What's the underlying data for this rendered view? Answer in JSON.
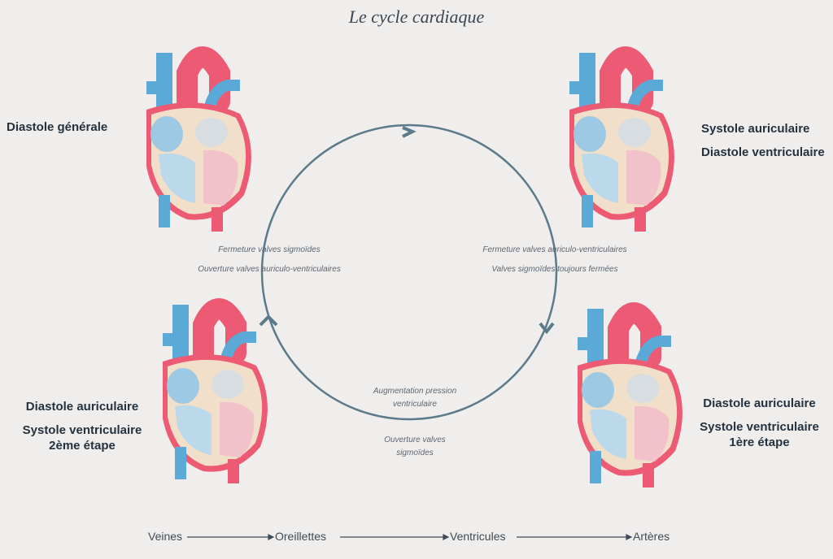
{
  "title": "Le cycle cardiaque",
  "phases": {
    "top_left": [
      "Diastole générale"
    ],
    "top_right": [
      "Systole auriculaire",
      "Diastole ventriculaire"
    ],
    "bottom_left": [
      "Diastole auriculaire",
      "Systole ventriculaire",
      "2ème étape"
    ],
    "bottom_right": [
      "Diastole auriculaire",
      "Systole ventriculaire",
      "1ère étape"
    ]
  },
  "transitions": {
    "left": [
      "Fermeture valves sigmoïdes",
      "Ouverture valves auriculo-ventriculaires"
    ],
    "right": [
      "Fermeture valves auriculo-ventriculaires",
      "Valves sigmoïdes toujours fermées"
    ],
    "bottom_upper": [
      "Augmentation pression",
      "ventriculaire"
    ],
    "bottom_lower": [
      "Ouverture valves",
      "sigmoïdes"
    ]
  },
  "flow": [
    "Veines",
    "Oreillettes",
    "Ventricules",
    "Artères"
  ],
  "colors": {
    "cycle": "#5b7a8a",
    "venous": "#5aa9d6",
    "arterial": "#ec5a74",
    "wall": "#f1dfc9",
    "background": "#f0eeed"
  }
}
